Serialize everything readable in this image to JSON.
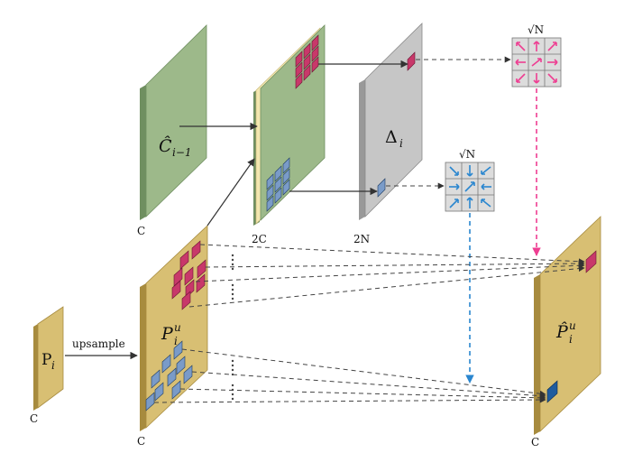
{
  "labels": {
    "c_prev": "Ĉ",
    "c_prev_sub": "i−1",
    "delta": "Δ",
    "delta_sub": "i",
    "p_i": "P",
    "p_i_sub": "i",
    "p_u": "P",
    "p_u_sup": "u",
    "p_u_sub": "i",
    "p_hat": "P̂",
    "p_hat_sup": "u",
    "p_hat_sub": "i",
    "upsample": "upsample",
    "sqrt_n_top": "√N",
    "sqrt_n_mid": "√N"
  },
  "dims": {
    "c_prev": "C",
    "concat": "2C",
    "delta": "2N",
    "p_i": "C",
    "p_u": "C",
    "p_hat": "C"
  },
  "colors": {
    "green": "#9db98a",
    "green_side": "#6f8f60",
    "gold": "#d8bf73",
    "gold_side": "#a78b3e",
    "cream": "#f3e7b0",
    "gray": "#c6c6c6",
    "gray_side": "#999999",
    "pink": "#c8386a",
    "blue": "#7a9bc8",
    "blue_dark": "#1f5c9e",
    "arrow_pink": "#ee3e92",
    "arrow_blue": "#2a86cf",
    "grid_bg": "#dcdcdc"
  }
}
